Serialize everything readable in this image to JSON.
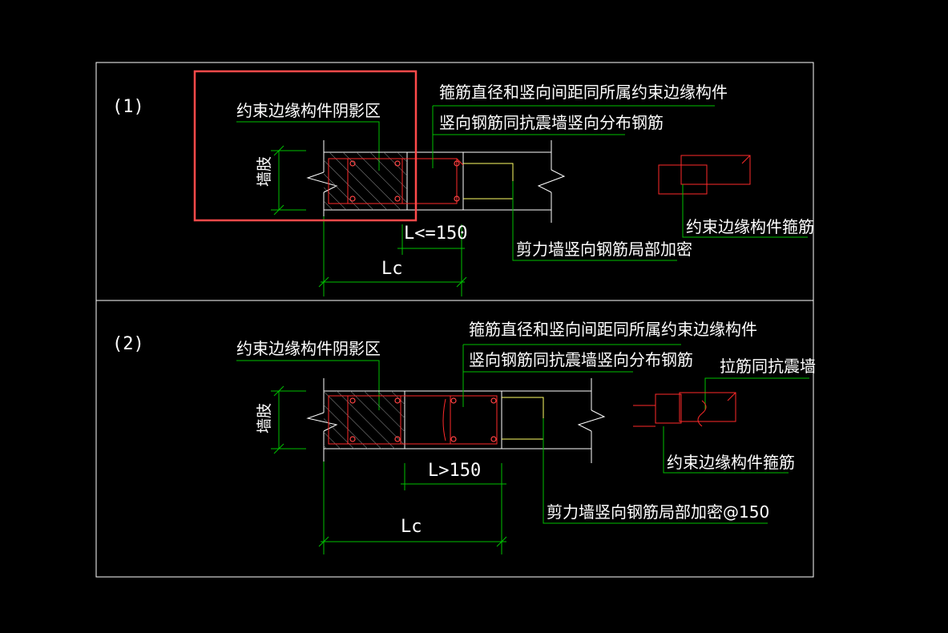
{
  "colors": {
    "background": "#000000",
    "frame": "#ffffff",
    "wall": "#ffffff",
    "rebar": "#ff2a2a",
    "added_rebar": "#ffff66",
    "leader": "#00c000",
    "dimension": "#00c000",
    "hatch": "#9a9a9a",
    "highlight": "#ff4a4a"
  },
  "panel1": {
    "index": "(1)",
    "shadow_zone_label": "约束边缘构件阴影区",
    "vertical_label": "墙肢",
    "stirrup_note_line1": "箍筋直径和竖向间距同所属约束边缘构件",
    "stirrup_note_line2": "竖向钢筋同抗震墙竖向分布钢筋",
    "dim_small": "L<=150",
    "dim_total": "Lc",
    "local_rebar_note": "剪力墙竖向钢筋局部加密",
    "stirrup_legend_label": "约束边缘构件箍筋"
  },
  "panel2": {
    "index": "(2)",
    "shadow_zone_label": "约束边缘构件阴影区",
    "vertical_label": "墙肢",
    "stirrup_note_line1": "箍筋直径和竖向间距同所属约束边缘构件",
    "stirrup_note_line2": "竖向钢筋同抗震墙竖向分布钢筋",
    "tie_note": "拉筋同抗震墙",
    "dim_small": "L>150",
    "dim_total": "Lc",
    "local_rebar_note": "剪力墙竖向钢筋局部加密@150",
    "stirrup_legend_label": "约束边缘构件箍筋"
  }
}
